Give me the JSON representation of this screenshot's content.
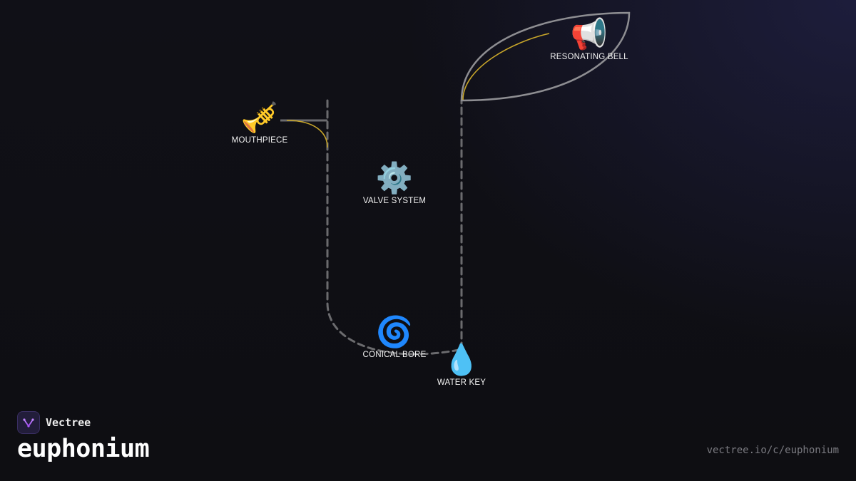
{
  "brand": {
    "name": "Vectree",
    "accent": "#a855f7"
  },
  "title": "euphonium",
  "source_url": "vectree.io/c/euphonium",
  "colors": {
    "background": "#0f0f14",
    "connector": "#6b6b6e",
    "bell_outline": "#8e8e92",
    "highlight": "#c8a62a",
    "label": "#f2f2f2"
  },
  "nodes": [
    {
      "id": "mouthpiece",
      "label": "MOUTHPIECE",
      "icon": "trumpet-icon",
      "glyph": "🎺"
    },
    {
      "id": "valve-system",
      "label": "VALVE SYSTEM",
      "icon": "gear-icon",
      "glyph": "⚙️"
    },
    {
      "id": "conical-bore",
      "label": "CONICAL BORE",
      "icon": "cyclone-icon",
      "glyph": "🌀"
    },
    {
      "id": "water-key",
      "label": "WATER KEY",
      "icon": "droplet-icon",
      "glyph": "💧"
    },
    {
      "id": "resonating-bell",
      "label": "RESONATING BELL",
      "icon": "megaphone-icon",
      "glyph": "📢"
    }
  ]
}
